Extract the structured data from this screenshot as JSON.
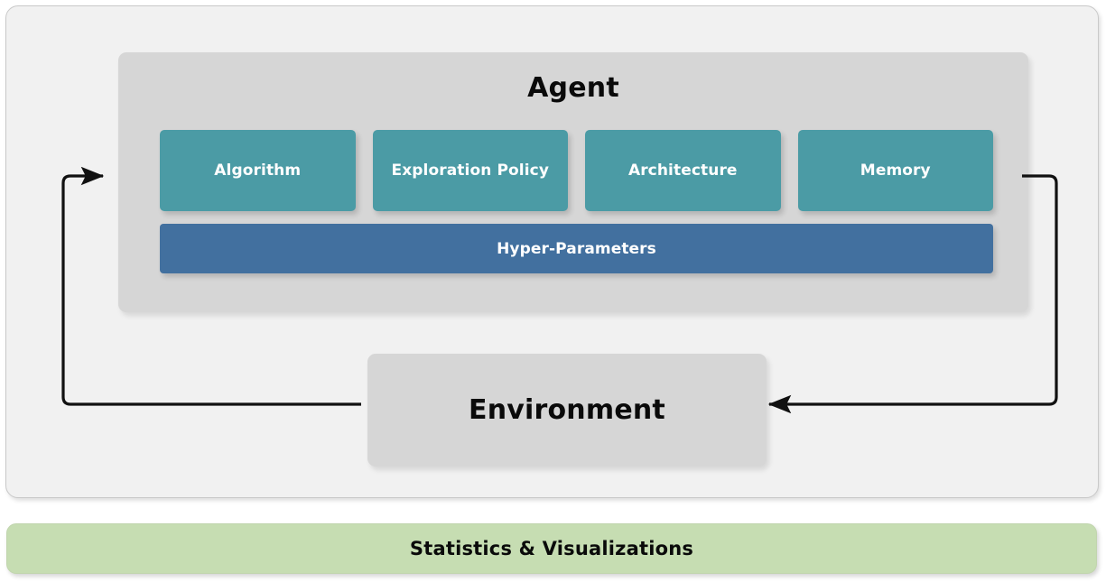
{
  "diagram": {
    "title_agent": "Agent",
    "title_environment": "Environment",
    "statistics_label": "Statistics & Visualizations",
    "hyper_parameters_label": "Hyper-Parameters",
    "components": [
      {
        "label": "Algorithm"
      },
      {
        "label": "Exploration Policy"
      },
      {
        "label": "Architecture"
      },
      {
        "label": "Memory"
      }
    ],
    "colors": {
      "page_background": "#ffffff",
      "framework_panel": "#f1f1f1",
      "framework_border": "#c9c9c9",
      "agent_panel": "#d6d6d6",
      "environment_panel": "#d6d6d6",
      "component_card": "#4b9ba5",
      "hyper_parameters": "#42709f",
      "statistics_bar": "#c6ddb2",
      "arrow": "#111111",
      "text_dark": "#0a0a0a",
      "text_light": "#ffffff"
    },
    "arrows": [
      {
        "name": "environment-to-agent",
        "direction": "left-side-upward",
        "head": "right"
      },
      {
        "name": "agent-to-environment",
        "direction": "right-side-downward",
        "head": "left"
      }
    ]
  }
}
